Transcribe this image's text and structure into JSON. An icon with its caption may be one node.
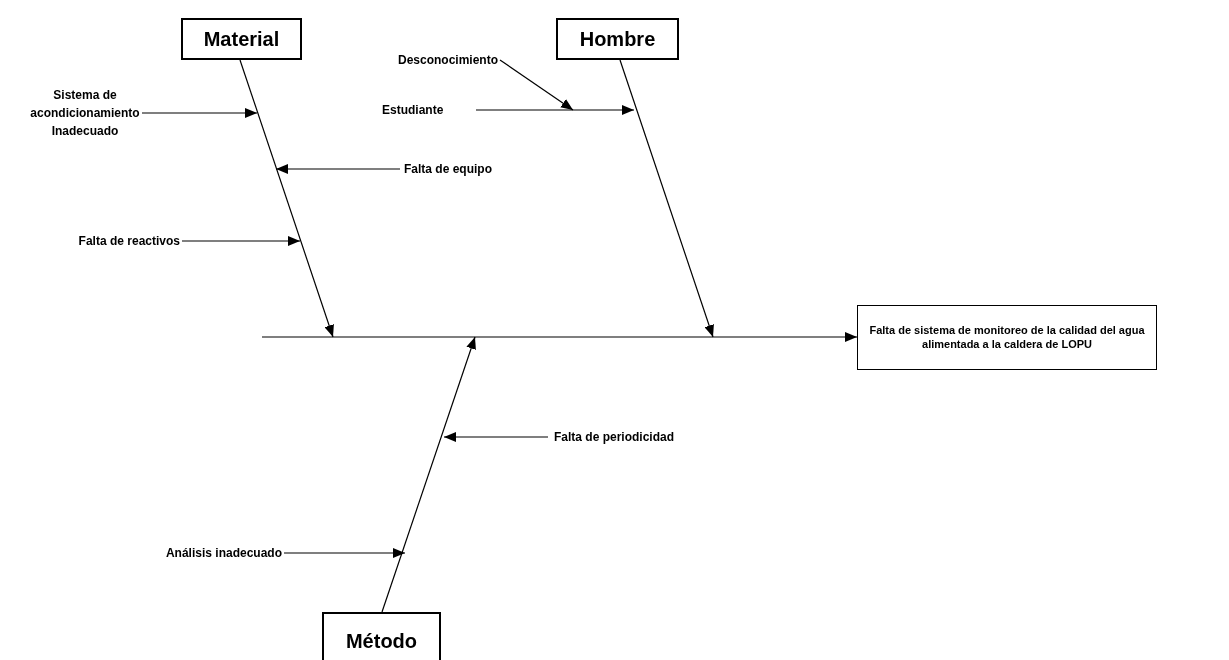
{
  "diagram": {
    "nodes": [
      {
        "text": [
          "Material"
        ]
      },
      {
        "text": [
          "Hombre"
        ]
      },
      {
        "text": [
          "Método"
        ]
      },
      {
        "text": [
          "Falta de sistema de monitoreo de la calidad del agua alimentada a la caldera de LOPU"
        ]
      },
      {
        "text": [
          "Sistema de acondicionamiento Inadecuado"
        ]
      },
      {
        "text": [
          "Falta de equipo"
        ]
      },
      {
        "text": [
          "Falta de reactivos"
        ]
      },
      {
        "text": [
          "Desconocimiento"
        ]
      },
      {
        "text": [
          "Estudiante"
        ]
      },
      {
        "text": [
          "Falta de periodicidad"
        ]
      },
      {
        "text": [
          "Análisis inadecuado"
        ]
      }
    ],
    "edges": [
      {
        "from": null,
        "to": 3,
        "arrow": "to"
      },
      {
        "from": 0,
        "to": null,
        "arrow": "to"
      },
      {
        "from": 1,
        "to": null,
        "arrow": "to"
      },
      {
        "from": 2,
        "to": null,
        "arrow": "to"
      },
      {
        "from": 4,
        "to": null,
        "arrow": "to"
      },
      {
        "from": 5,
        "to": null,
        "arrow": "to"
      },
      {
        "from": 6,
        "to": null,
        "arrow": "to"
      },
      {
        "from": 7,
        "to": null,
        "arrow": "to"
      },
      {
        "from": 8,
        "to": null,
        "arrow": "to"
      },
      {
        "from": 9,
        "to": null,
        "arrow": "to"
      },
      {
        "from": 10,
        "to": null,
        "arrow": "to"
      }
    ]
  }
}
